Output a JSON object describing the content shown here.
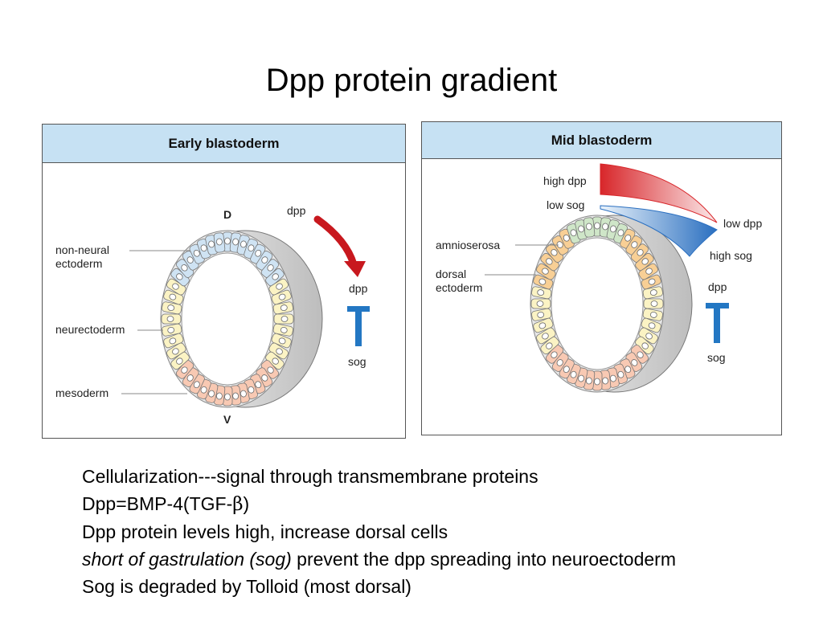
{
  "title": "Dpp protein gradient",
  "early": {
    "header": "Early blastoderm",
    "labels": {
      "dorsal": "D",
      "ventral": "V",
      "non_neural_1": "non-neural",
      "non_neural_2": "ectoderm",
      "neurectoderm": "neurectoderm",
      "mesoderm": "mesoderm",
      "dpp_arrow": "dpp",
      "dpp": "dpp",
      "sog": "sog"
    }
  },
  "mid": {
    "header": "Mid blastoderm",
    "labels": {
      "high_dpp": "high dpp",
      "low_sog": "low sog",
      "low_dpp": "low dpp",
      "high_sog": "high sog",
      "amnioserosa": "amnioserosa",
      "dorsal_1": "dorsal",
      "dorsal_2": "ectoderm",
      "dpp": "dpp",
      "sog": "sog"
    }
  },
  "colors": {
    "header_bg": "#c6e1f3",
    "non_neural_ectoderm": "#cfe3f3",
    "neurectoderm": "#fbf3c4",
    "mesoderm": "#f8c9b3",
    "amnioserosa": "#cfe6c8",
    "dorsal_ectoderm": "#f8cf95",
    "arrow_red": "#c8181e",
    "inhibition_blue": "#2377c3"
  },
  "notes": {
    "line1": "Cellularization---signal through transmembrane proteins",
    "line2_prefix": "Dpp=BMP-4(TGF-",
    "line2_greek": "β",
    "line2_suffix": ")",
    "line3": "Dpp protein levels high, increase dorsal cells",
    "line4_italic": "short of gastrulation (sog)",
    "line4_rest": " prevent the dpp spreading into neuroectoderm",
    "line5": "Sog is degraded by Tolloid (most dorsal)"
  }
}
